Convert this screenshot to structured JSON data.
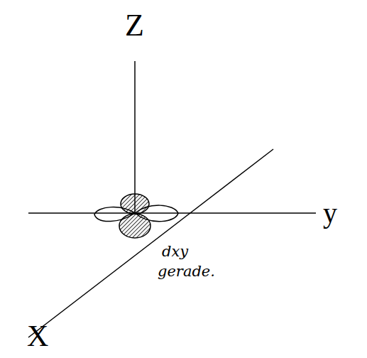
{
  "diagram": {
    "labels": [
      "Z",
      "y",
      "X",
      "dxy",
      "gerade."
    ]
  }
}
